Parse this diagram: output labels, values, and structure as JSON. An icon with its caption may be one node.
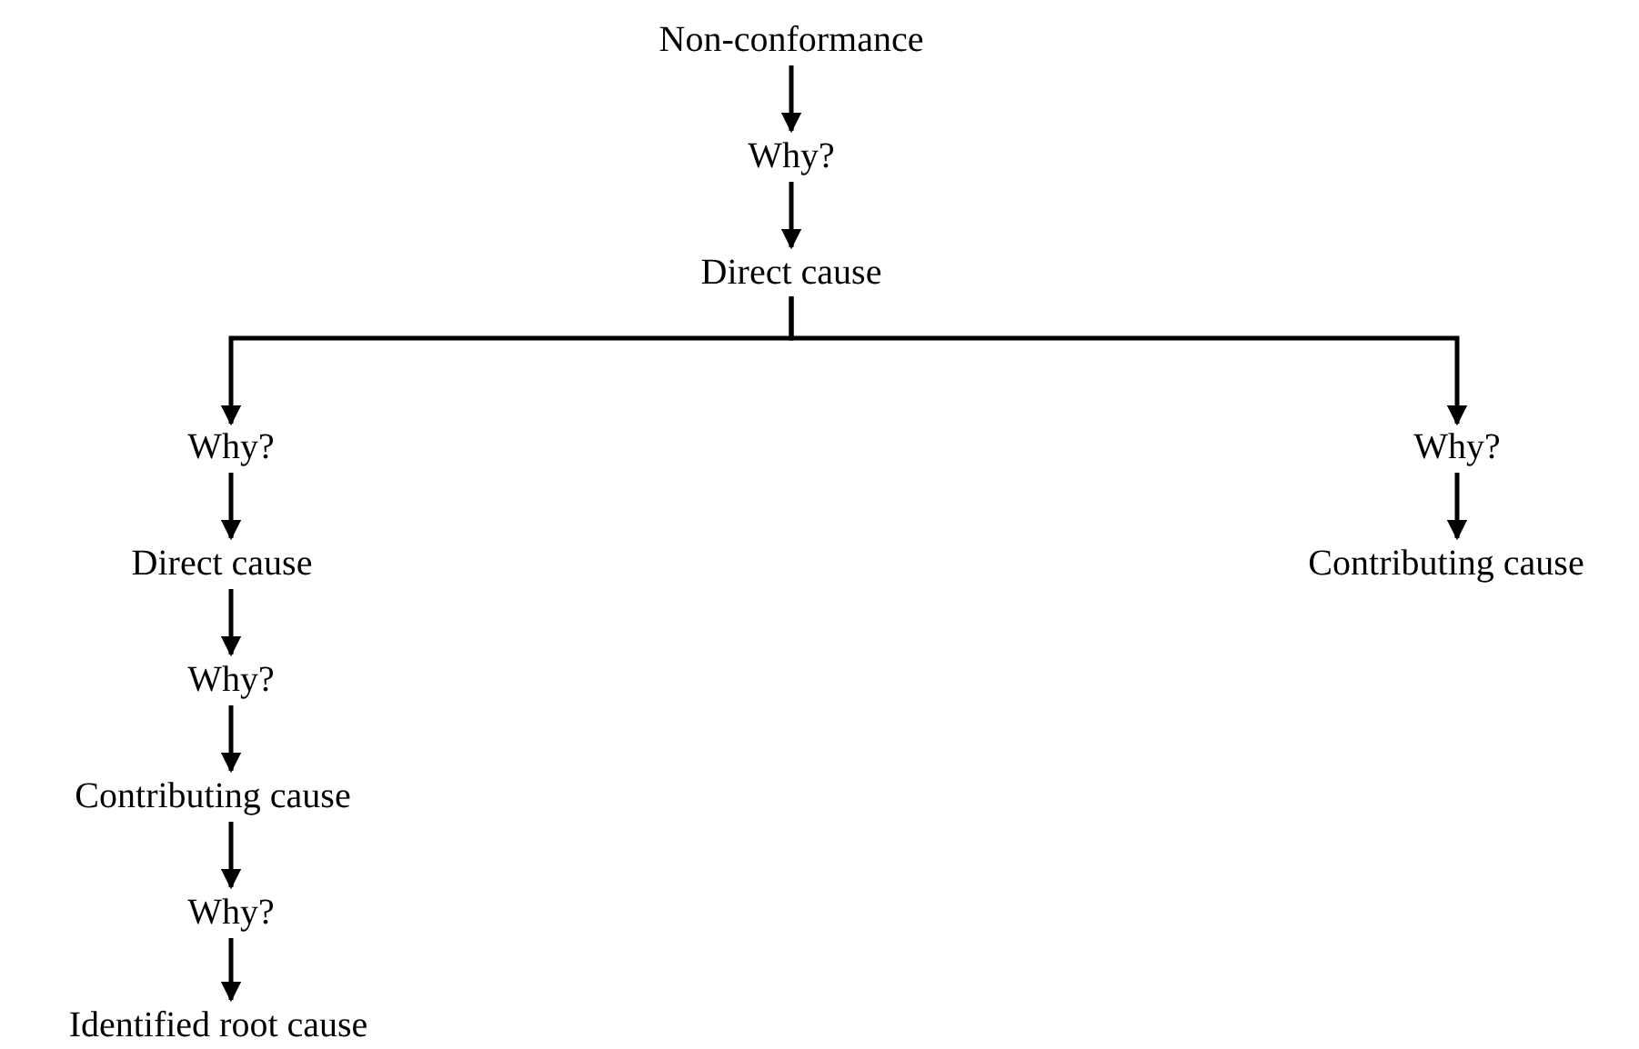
{
  "diagram": {
    "nodes": [
      {
        "text": [
          "Non-conformance"
        ]
      },
      {
        "text": [
          "Why?"
        ]
      },
      {
        "text": [
          "Direct cause"
        ]
      },
      {
        "text": [
          "Why?"
        ]
      },
      {
        "text": [
          "Why?"
        ]
      },
      {
        "text": [
          "Direct cause"
        ]
      },
      {
        "text": [
          "Contributing cause"
        ]
      },
      {
        "text": [
          "Why?"
        ]
      },
      {
        "text": [
          "Contributing cause"
        ]
      },
      {
        "text": [
          "Why?"
        ]
      },
      {
        "text": [
          "Identified root cause"
        ]
      }
    ],
    "edges": [
      {
        "from": 0,
        "to": 1,
        "arrow": "to"
      },
      {
        "from": 1,
        "to": 2,
        "arrow": "to"
      },
      {
        "from": 2,
        "to": 3,
        "arrow": "to"
      },
      {
        "from": 2,
        "to": 4,
        "arrow": "to"
      },
      {
        "from": 3,
        "to": 5,
        "arrow": "to"
      },
      {
        "from": 4,
        "to": 6,
        "arrow": "to"
      },
      {
        "from": 5,
        "to": 7,
        "arrow": "to"
      },
      {
        "from": 7,
        "to": 8,
        "arrow": "to"
      },
      {
        "from": 8,
        "to": 9,
        "arrow": "to"
      },
      {
        "from": 9,
        "to": 10,
        "arrow": "to"
      }
    ]
  }
}
